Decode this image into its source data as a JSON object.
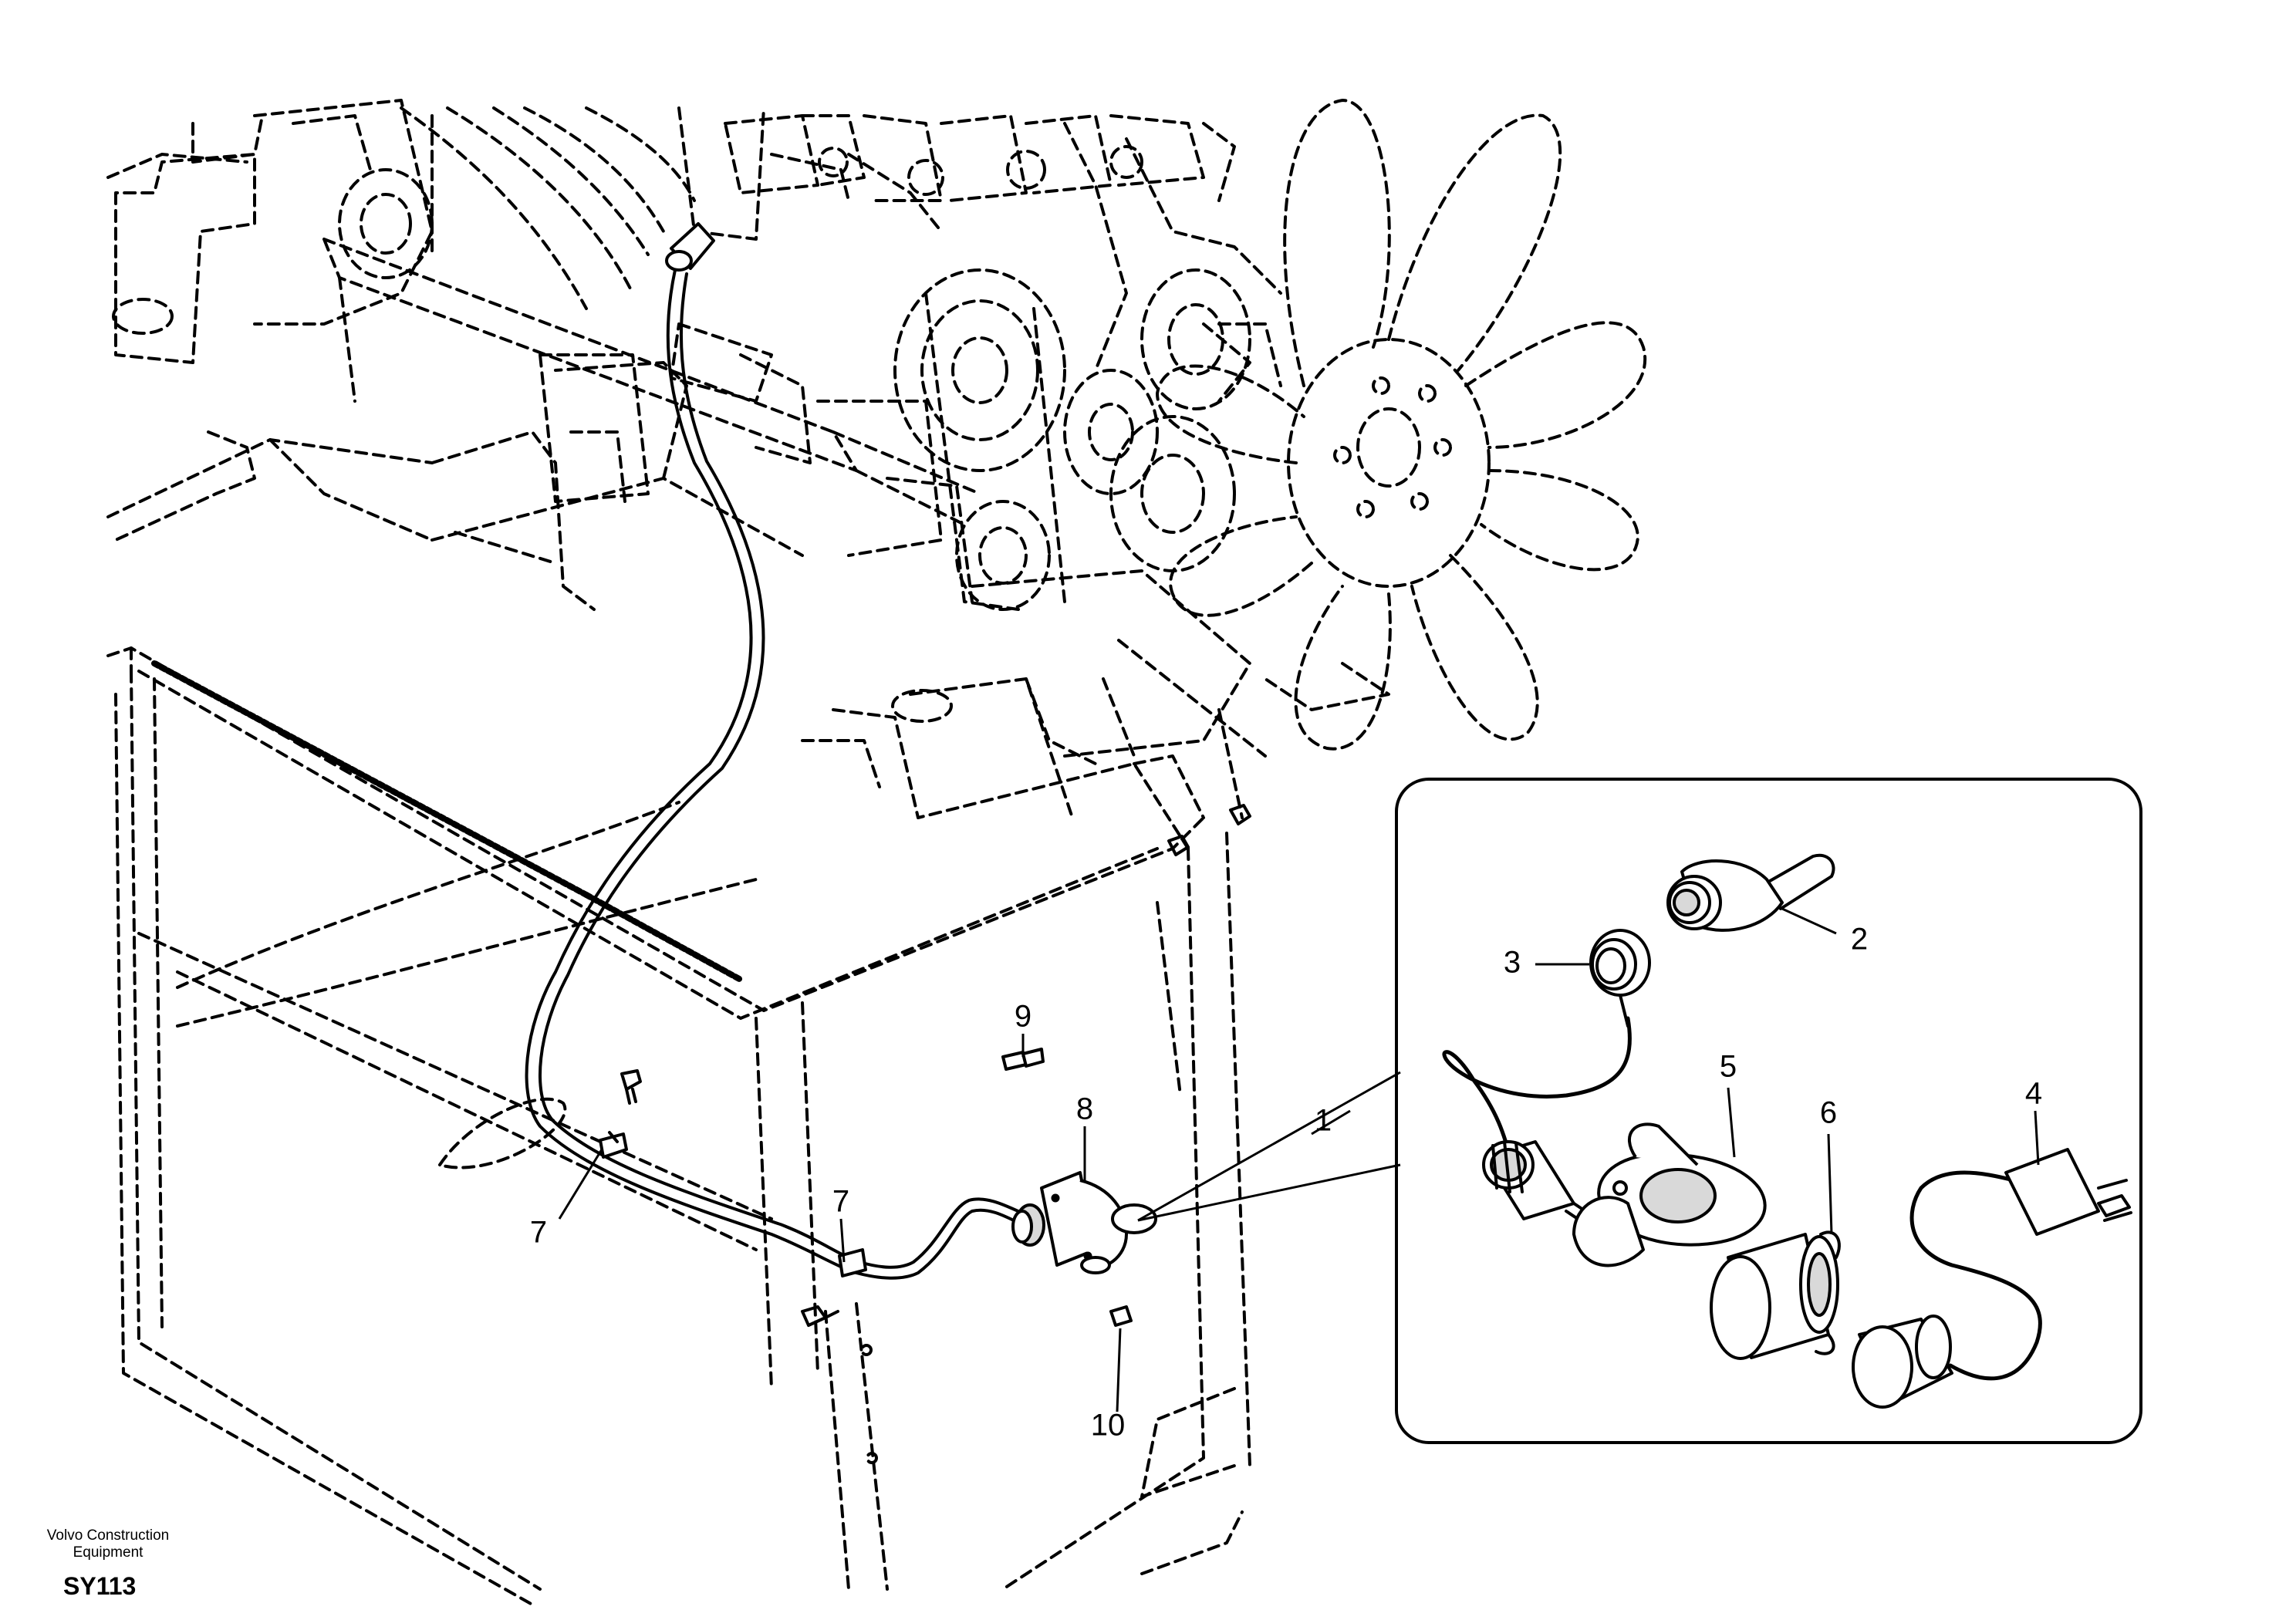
{
  "footer": {
    "company_line1": "Volvo Construction",
    "company_line2": "Equipment",
    "sheet_code": "SY113"
  },
  "callouts": [
    {
      "id": "c1",
      "label": "1"
    },
    {
      "id": "c2",
      "label": "2"
    },
    {
      "id": "c3",
      "label": "3"
    },
    {
      "id": "c4",
      "label": "4"
    },
    {
      "id": "c5",
      "label": "5"
    },
    {
      "id": "c6",
      "label": "6"
    },
    {
      "id": "c7a",
      "label": "7"
    },
    {
      "id": "c7b",
      "label": "7"
    },
    {
      "id": "c8",
      "label": "8"
    },
    {
      "id": "c9",
      "label": "9"
    },
    {
      "id": "c10",
      "label": "10"
    }
  ],
  "colors": {
    "line": "#000000",
    "background": "#ffffff"
  }
}
